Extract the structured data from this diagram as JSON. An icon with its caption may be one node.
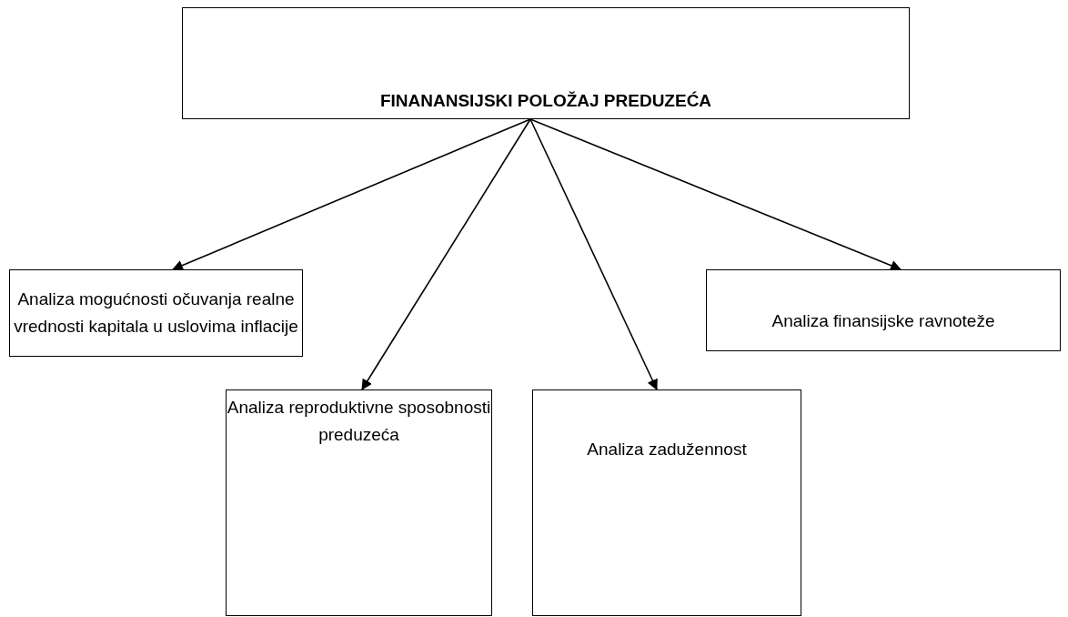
{
  "diagram": {
    "nodes": [
      {
        "text": [
          "FINANANSIJSKI POLOŽAJ PREDUZEĆA"
        ]
      },
      {
        "text": [
          "Analiza mogućnosti očuvanja realne vrednosti kapitala u uslovima inflacije"
        ]
      },
      {
        "text": [
          "Analiza finansijske ravnoteže"
        ]
      },
      {
        "text": [
          "Analiza reproduktivne sposobnosti preduzeća"
        ]
      },
      {
        "text": [
          "Analiza zadužennost"
        ]
      }
    ],
    "edges": [
      {
        "from": 0,
        "to": 1,
        "arrow": "to"
      },
      {
        "from": 0,
        "to": 3,
        "arrow": "to"
      },
      {
        "from": 0,
        "to": 4,
        "arrow": "to"
      },
      {
        "from": 0,
        "to": 2,
        "arrow": "to"
      }
    ]
  }
}
